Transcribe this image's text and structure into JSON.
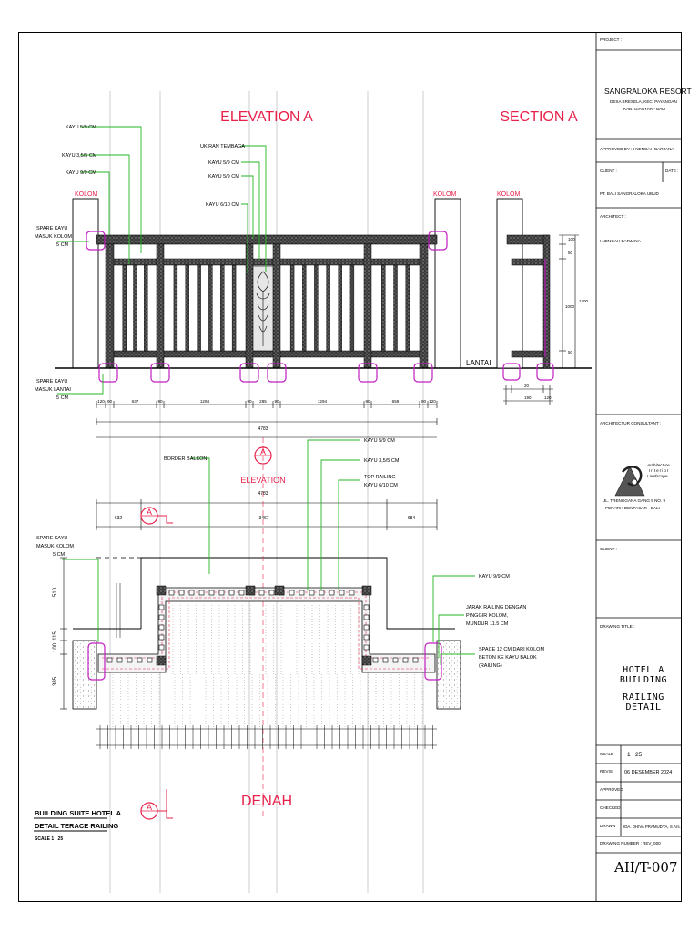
{
  "views": {
    "elevation_title": "ELEVATION A",
    "section_title": "SECTION A",
    "plan_title": "DENAH",
    "section_marker": "A",
    "elevation_ref": "ELEVATION"
  },
  "elevation_labels": {
    "kayu_5_9": "KAYU 5/9 CM",
    "kayu_3_5": "KAYU 3,5/5 CM",
    "kayu_9_9": "KAYU 9/9 CM",
    "kolom": "KOLOM",
    "spare_kolom_1": "SPARE KAYU",
    "spare_kolom_2": "MASUK KOLOM",
    "spare_kolom_3": "5 CM",
    "spare_lantai_1": "SPARE KAYU",
    "spare_lantai_2": "MASUK LANTAI",
    "spare_lantai_3": "5 CM",
    "ukiran": "UKIRAN TEMBAGA",
    "kayu_5_9b": "KAYU 5/9 CM",
    "kayu_5_9c": "KAYU 5/9 CM",
    "kayu_6_10": "KAYU 6/10 CM",
    "lantai": "LANTAI",
    "total_width": "4783",
    "dims": [
      "120",
      "90",
      "637",
      "90",
      "1294",
      "90",
      "285",
      "90",
      "1294",
      "90",
      "659",
      "90",
      "120"
    ]
  },
  "section_dims": {
    "horizontal": [
      "20",
      "190",
      "120"
    ],
    "vertical": [
      "100",
      "50",
      "1000",
      "50"
    ],
    "total": "1200"
  },
  "plan_labels": {
    "border_balkon": "BORDER BALKON",
    "kayu_5_9": "KAYU 5/9 CM",
    "kayu_3_5": "KAYU 3,5/5 CM",
    "top_railing_1": "TOP RAILING",
    "top_railing_2": "KAYU 6/10 CM",
    "spare_1": "SPARE KAYU",
    "spare_2": "MASUK KOLOM",
    "spare_3": "5 CM",
    "kayu_9_9": "KAYU 9/9 CM",
    "jarak_1": "JARAK RAILING DENGAN",
    "jarak_2": "PINGGIR KOLOM,",
    "jarak_3": "MUNDUR 11.5 CM",
    "space_1": "SPACE 12 CM DARI KOLOM",
    "space_2": "BETON KE KAYU BALOK",
    "space_3": "(RAILING)",
    "total_width": "4783",
    "dim_left": "632",
    "dim_mid": "3467",
    "dim_right": "684",
    "v_dims": [
      "510",
      "115",
      "100",
      "385"
    ]
  },
  "sheet_title": {
    "line1": "BUILDING SUITE HOTEL A",
    "line2": "DETAIL TERACE RAILING",
    "scale": "SCALE 1 : 25"
  },
  "title_block": {
    "project_label": "PROJECT :",
    "project_name": "SANGRALOKA RESORT",
    "project_addr1": "DESA BRESELA, KEC. PAYANGAN",
    "project_addr2": "KAB. GIANYAR - BALI",
    "approved_by": "APPROVED BY : I NENGAH BARJANA",
    "client_label": "CLIENT :",
    "date_label": "DATE :",
    "client_name": "PT. BALI SANGRALOKA UBUD",
    "architect_label": "ARCHITECT :",
    "architect_name": "I NENGAH BARJANA",
    "consultant_label": "ARCHITECTUR CONSULTANT :",
    "logo_line1": "Architecture",
    "logo_line2": "Interior",
    "logo_line3": "Landscape",
    "consultant_addr1": "JL. TRENGGANA GANG 5 NO. 9",
    "consultant_addr2": "PENATIH DENPASAR - BALI",
    "client2_label": "CLIENT :",
    "drawing_title_label": "DRAWING TITLE :",
    "drawing_title_1": "HOTEL A BUILDING",
    "drawing_title_2": "RAILING DETAIL",
    "scale_label": "SCALE",
    "scale_value": "1 : 25",
    "revisi_label": "REVISI",
    "revisi_value": "06 DESEMBER 2024",
    "approved_label": "APPROVED",
    "checked_label": "CHECKED",
    "drawn_label": "DRAWN",
    "drawn_value": "IDA. DHIVA PRAMUDYA, S.Ars.",
    "drawing_number_label": "DRAWING NUMBER : rev_000",
    "drawing_number": "AII/T-007"
  },
  "colors": {
    "red_title": "#e8204a",
    "leader_green": "#26b526",
    "magenta": "#c21ec2",
    "line": "#000000",
    "hatch": "#5a5a5a"
  }
}
